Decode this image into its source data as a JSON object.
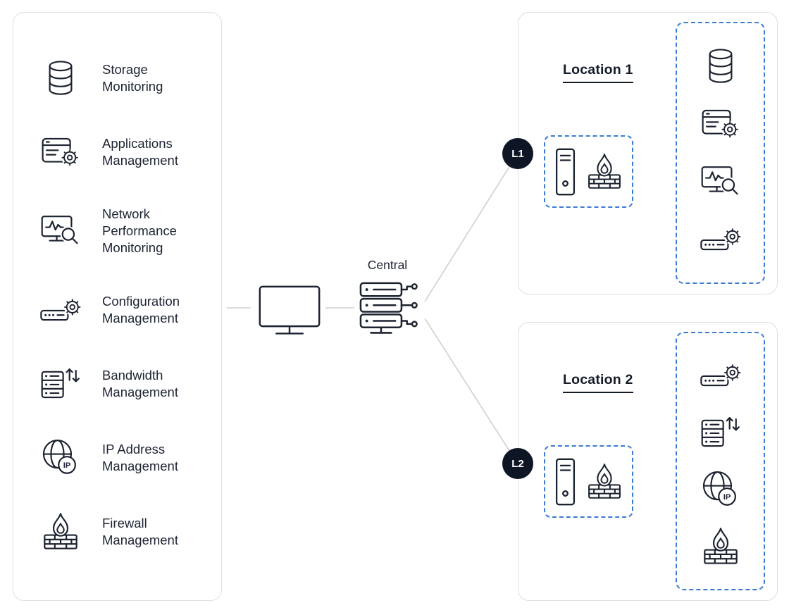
{
  "colors": {
    "ink": "#1c2330",
    "panel_border": "#dcdfe4",
    "dashed_box_blue": "#3a7bd5",
    "connector_blue": "#6fa0d8",
    "connector_gray": "#cfcfcf",
    "badge_bg": "#0e1626",
    "badge_text": "#ffffff"
  },
  "legend": {
    "items": [
      {
        "icon": "storage-icon",
        "label": "Storage Monitoring"
      },
      {
        "icon": "applications-icon",
        "label": "Applications Management"
      },
      {
        "icon": "network-performance-icon",
        "label": "Network Performance Monitoring"
      },
      {
        "icon": "configuration-icon",
        "label": "Configuration Management"
      },
      {
        "icon": "bandwidth-icon",
        "label": "Bandwidth Management"
      },
      {
        "icon": "ip-address-icon",
        "label": "IP Address Management"
      },
      {
        "icon": "firewall-icon",
        "label": "Firewall Management"
      }
    ]
  },
  "central": {
    "label": "Central",
    "icons": [
      "monitor-icon",
      "server-stack-icon"
    ]
  },
  "locations": [
    {
      "badge": "L1",
      "title": "Location 1",
      "gateway": {
        "icons": [
          "server-tower-icon",
          "firewall-icon"
        ]
      },
      "services": {
        "icons": [
          "storage-icon",
          "applications-icon",
          "network-performance-icon",
          "configuration-icon"
        ]
      }
    },
    {
      "badge": "L2",
      "title": "Location 2",
      "gateway": {
        "icons": [
          "server-tower-icon",
          "firewall-icon"
        ]
      },
      "services": {
        "icons": [
          "configuration-icon",
          "bandwidth-icon",
          "ip-address-icon",
          "firewall-icon"
        ]
      }
    }
  ],
  "icons": {
    "ip_label": "IP"
  }
}
